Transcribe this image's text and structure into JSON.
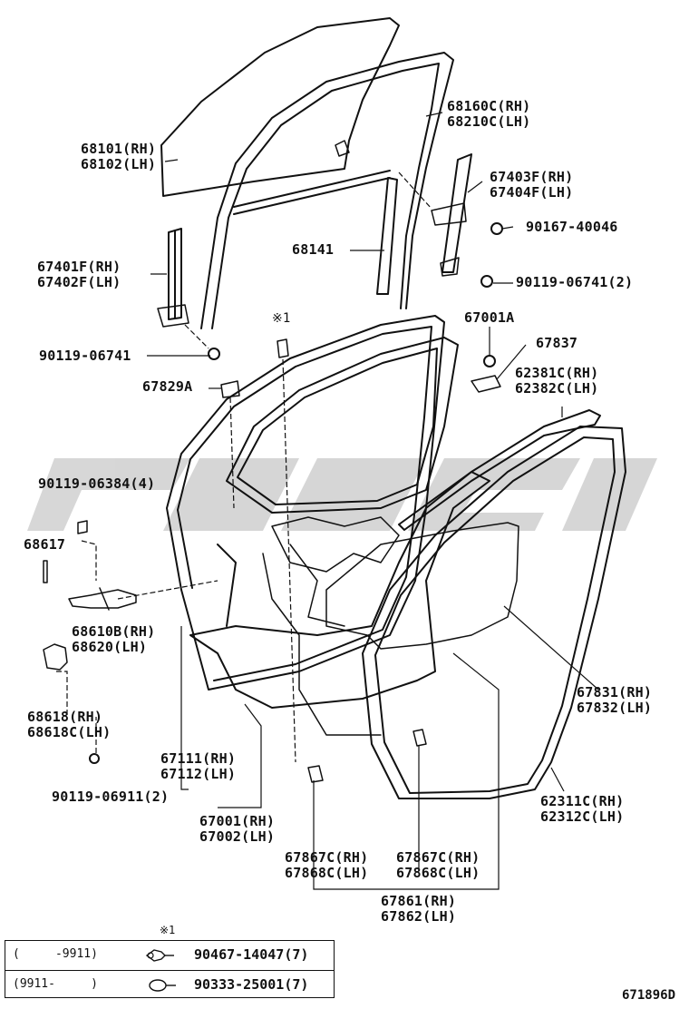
{
  "labels": {
    "p68160c": "68160C(RH)",
    "p68210c": "68210C(LH)",
    "p68101": "68101(RH)",
    "p68102": "68102(LH)",
    "p67403f": "67403F(RH)",
    "p67404f": "67404F(LH)",
    "p90167": "90167-40046",
    "p68141": "68141",
    "p67401f": "67401F(RH)",
    "p67402f": "67402F(LH)",
    "p90119_06741_2": "90119-06741(2)",
    "mark1": "※1",
    "p67001a": "67001A",
    "p90119_06741": "90119-06741",
    "p67837": "67837",
    "p62381c": "62381C(RH)",
    "p62382c": "62382C(LH)",
    "p67829a": "67829A",
    "p90119_06384": "90119-06384(4)",
    "p68617": "68617",
    "p68610b": "68610B(RH)",
    "p68620": "68620(LH)",
    "p67831": "67831(RH)",
    "p67832": "67832(LH)",
    "p68618": "68618(RH)",
    "p68618c": "68618C(LH)",
    "p67111": "67111(RH)",
    "p67112": "67112(LH)",
    "p62311c": "62311C(RH)",
    "p62312c": "62312C(LH)",
    "p90119_06911": "90119-06911(2)",
    "p67001": "67001(RH)",
    "p67002": "67002(LH)",
    "p67867c_a": "67867C(RH)",
    "p67868c_a": "67868C(LH)",
    "p67867c_b": "67867C(RH)",
    "p67868c_b": "67868C(LH)",
    "p67861": "67861(RH)",
    "p67862": "67862(LH)"
  },
  "legend": {
    "mark": "※1",
    "rows": [
      {
        "range": "(     -9911)",
        "part": "90467-14047(7)"
      },
      {
        "range": "(9911-     )",
        "part": "90333-25001(7)"
      }
    ]
  },
  "drawing_number": "671896D",
  "colors": {
    "line": "#111111",
    "watermark": "#c8c8c8"
  }
}
